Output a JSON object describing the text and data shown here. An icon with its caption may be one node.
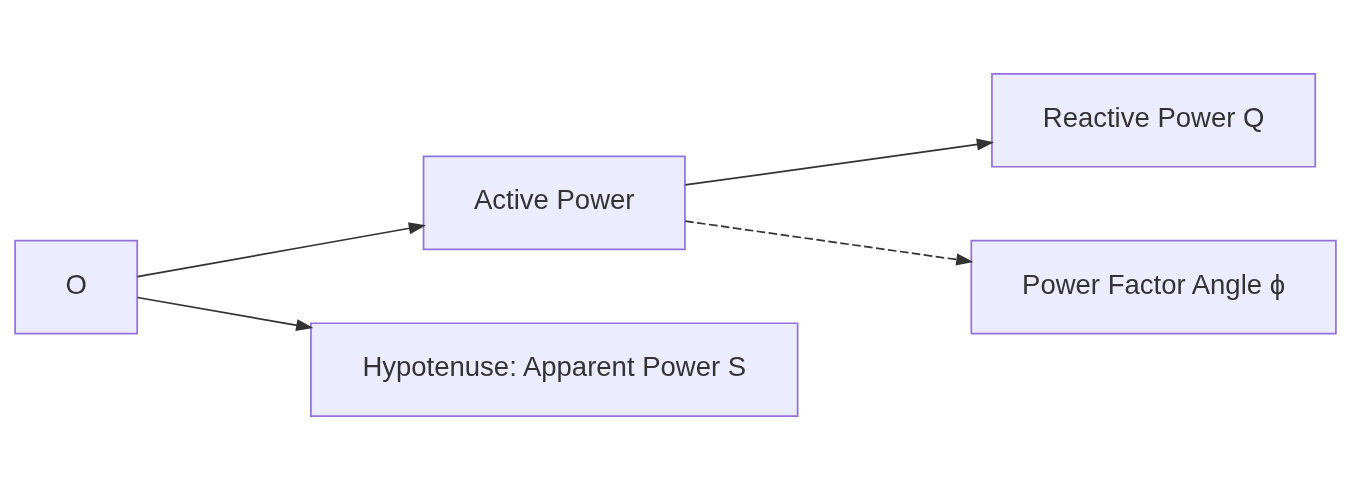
{
  "diagram": {
    "nodes": [
      {
        "text": [
          "O"
        ]
      },
      {
        "text": [
          "Active Power"
        ]
      },
      {
        "text": [
          "Hypotenuse: Apparent Power S"
        ]
      },
      {
        "text": [
          "Reactive Power Q"
        ]
      },
      {
        "text": [
          "Power Factor Angle ϕ"
        ]
      }
    ],
    "edges": [
      {
        "from": 0,
        "to": 1,
        "arrow": "to"
      },
      {
        "from": 0,
        "to": 2,
        "arrow": "to"
      },
      {
        "from": 1,
        "to": 3,
        "arrow": "to"
      },
      {
        "from": 1,
        "to": 4,
        "arrow": "to",
        "style": "dashed"
      }
    ]
  }
}
